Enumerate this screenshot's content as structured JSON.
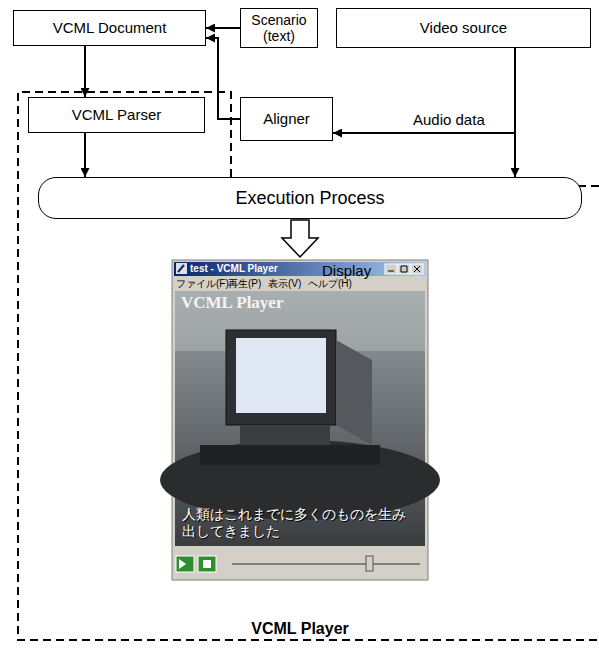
{
  "diagram": {
    "nodes": [
      {
        "text": [
          "VCML Document"
        ]
      },
      {
        "text": [
          "Scenario (text)"
        ]
      },
      {
        "text": [
          "Video source"
        ]
      },
      {
        "text": [
          "VCML Player"
        ]
      },
      {
        "text": [
          "VCML Parser"
        ],
        "in": 3
      },
      {
        "text": [
          "Aligner"
        ]
      },
      {
        "text": [
          "Execution Process"
        ],
        "in": 3
      }
    ],
    "edges": [
      {
        "from": 1,
        "to": 0,
        "arrow": "to"
      },
      {
        "from": 5,
        "to": 0,
        "arrow": "to"
      },
      {
        "from": 0,
        "to": 4,
        "arrow": "to"
      },
      {
        "from": 4,
        "to": 6,
        "arrow": "to"
      },
      {
        "from": 2,
        "to": 5,
        "label": "Audio data",
        "arrow": "to"
      },
      {
        "from": 2,
        "to": 6,
        "arrow": "to"
      }
    ],
    "labels": [
      "Display",
      "test - VCML Player",
      "ファイル(F)",
      "再生(P)",
      "表示(V)",
      "ヘルプ(H)",
      "VCML Player",
      "人類はこれまでに多くのものを生み出してきました"
    ]
  }
}
